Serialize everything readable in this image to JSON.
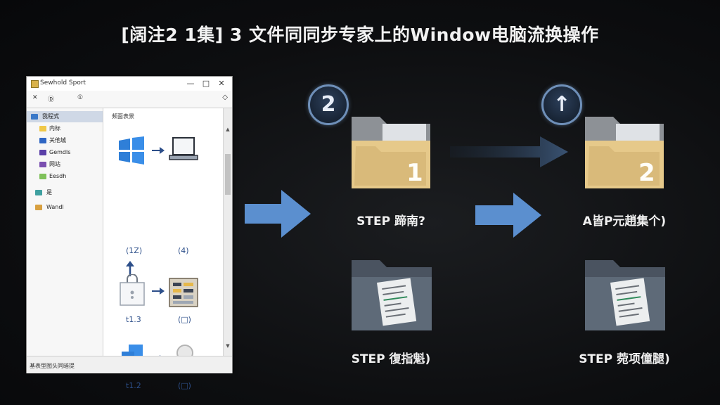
{
  "title": "[阔注2 1集] 3 文件同同步专家上的Window电脑流换操作",
  "explorer": {
    "window_title": "Sewhold Sport",
    "controls": {
      "minimize": "—",
      "maximize": "□",
      "close": "✕"
    },
    "toolbar": [
      "✕",
      "Ⓓ",
      "①"
    ],
    "toolbar_menu": "◇",
    "nav_items": [
      {
        "label": "我程式",
        "color": "#3a78c8"
      },
      {
        "label": "内标",
        "color": "#f0c848"
      },
      {
        "label": "关他城",
        "color": "#2f66c4"
      },
      {
        "label": "Gemdls",
        "color": "#5a3fa8"
      },
      {
        "label": "网站",
        "color": "#7a4fb0"
      },
      {
        "label": "Eesdh",
        "color": "#7fc15a"
      },
      {
        "label": "是",
        "color": "#3ea0a0"
      },
      {
        "label": "Wandl",
        "color": "#d8a040"
      }
    ],
    "content_header": "频面表景",
    "captions": {
      "c1": "(1Z)",
      "c2": "(4)",
      "c3": "t1.3",
      "c4": "(□)",
      "c5": "t1.2",
      "c6": "(□)"
    },
    "status_text": "基表型图头同暗提"
  },
  "diagram": {
    "badge_left": "2",
    "badge_right": "↑",
    "folder_num_1": "1",
    "folder_num_2": "2",
    "labels": {
      "top_left": "STEP 蹄南?",
      "top_right": "A皆P元趙集个)",
      "bottom_left": "STEP 復指魁)",
      "bottom_right": "STEP 菀项僮腿)"
    }
  },
  "colors": {
    "background": "#0d0e10",
    "arrow_blue": "#5b8fcf",
    "folder_tan": "#e6c98a",
    "folder_gray": "#5e6a78",
    "badge_ring": "#6e8fb8"
  }
}
